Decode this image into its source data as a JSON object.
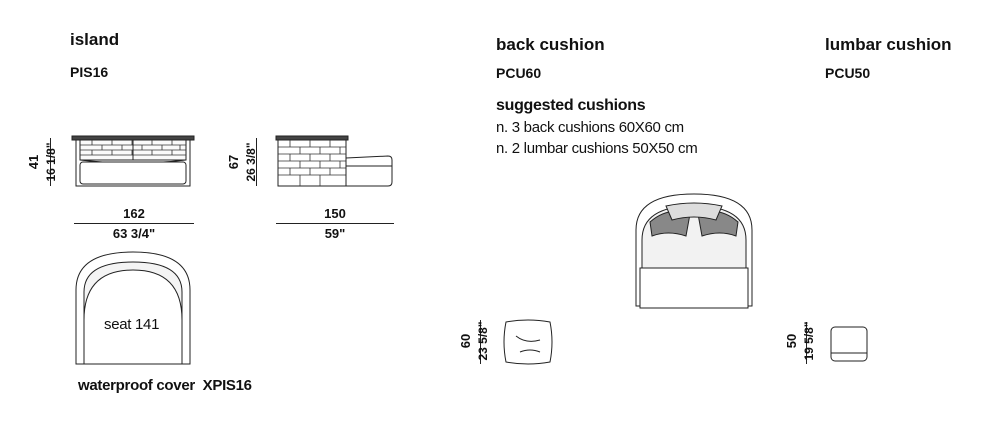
{
  "island": {
    "title": "island",
    "code": "PIS16"
  },
  "back_cushion": {
    "title": "back cushion",
    "code": "PCU60"
  },
  "lumbar_cushion": {
    "title": "lumbar cushion",
    "code": "PCU50"
  },
  "suggested": {
    "title": "suggested cushions",
    "line1": "n. 3 back cushions 60X60 cm",
    "line2": "n. 2 lumbar cushions 50X50 cm"
  },
  "dims": {
    "front_height_cm": "41",
    "front_height_in": "16 1/8\"",
    "side_height_cm": "67",
    "side_height_in": "26 3/8\"",
    "front_width_cm": "162",
    "front_width_in": "63 3/4\"",
    "side_width_cm": "150",
    "side_width_in": "59\"",
    "back_cushion_cm": "60",
    "back_cushion_in": "23 5/8\"",
    "lumbar_cushion_cm": "50",
    "lumbar_cushion_in": "19 5/8\""
  },
  "plan": {
    "seat_label": "seat 141"
  },
  "cover": {
    "label": "waterproof cover",
    "code": "XPIS16"
  }
}
